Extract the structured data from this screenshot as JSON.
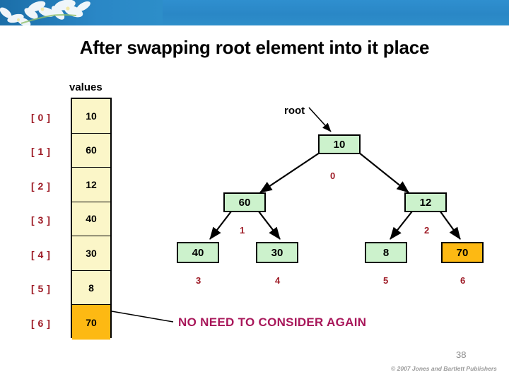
{
  "slide": {
    "title": "After swapping root element into it place",
    "caption": "NO NEED TO CONSIDER AGAIN",
    "page_number": "38",
    "copyright": "© 2007 Jones and Bartlett Publishers",
    "banner_color": "#2d8ec9",
    "accent_index_color": "#9e1b26",
    "caption_color": "#a8175a",
    "node_fill": "#ccf2cc",
    "highlight_fill": "#fdb913",
    "cell_fill": "#fbf6c8"
  },
  "array": {
    "header": "values",
    "cells": [
      {
        "index": "[ 0 ]",
        "value": "10",
        "highlighted": false
      },
      {
        "index": "[ 1 ]",
        "value": "60",
        "highlighted": false
      },
      {
        "index": "[ 2 ]",
        "value": "12",
        "highlighted": false
      },
      {
        "index": "[ 3 ]",
        "value": "40",
        "highlighted": false
      },
      {
        "index": "[ 4 ]",
        "value": "30",
        "highlighted": false
      },
      {
        "index": "[ 5 ]",
        "value": "8",
        "highlighted": false
      },
      {
        "index": "[ 6 ]",
        "value": "70",
        "highlighted": true
      }
    ]
  },
  "tree": {
    "root_label": "root",
    "nodes": [
      {
        "value": "10",
        "index": "0",
        "highlighted": false
      },
      {
        "value": "60",
        "index": "1",
        "highlighted": false
      },
      {
        "value": "12",
        "index": "2",
        "highlighted": false
      },
      {
        "value": "40",
        "index": "3",
        "highlighted": false
      },
      {
        "value": "30",
        "index": "4",
        "highlighted": false
      },
      {
        "value": "8",
        "index": "5",
        "highlighted": false
      },
      {
        "value": "70",
        "index": "6",
        "highlighted": true
      }
    ]
  }
}
